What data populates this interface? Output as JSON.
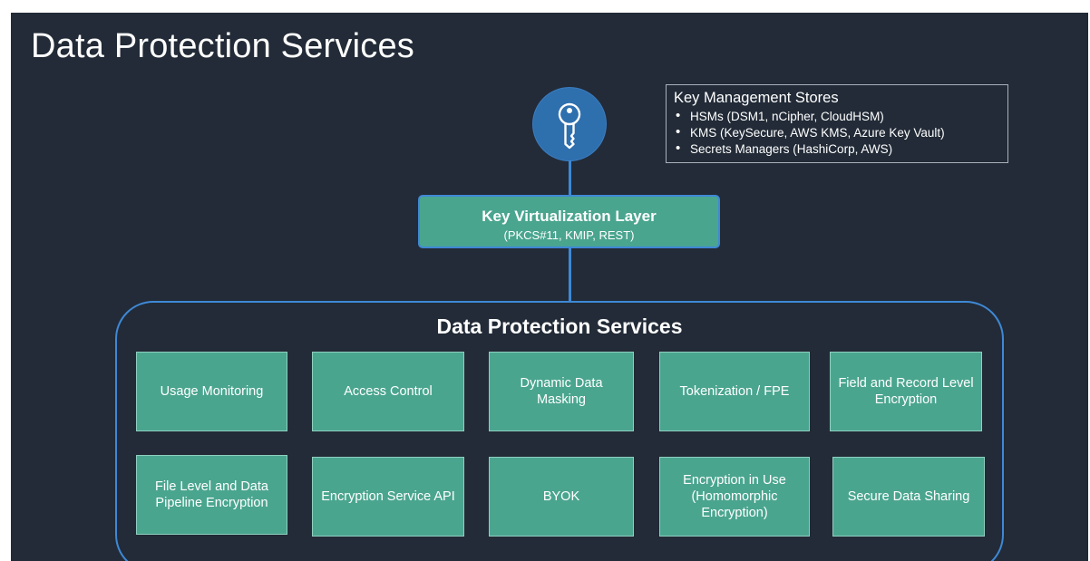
{
  "slide_title": "Data Protection Services",
  "key_icon": "key-icon",
  "key_virtualization": {
    "title": "Key Virtualization Layer",
    "subtitle": "(PKCS#11, KMIP, REST)"
  },
  "key_management": {
    "title": "Key Management Stores",
    "items": [
      "HSMs (DSM1, nCipher, CloudHSM)",
      "KMS (KeySecure, AWS KMS, Azure Key Vault)",
      "Secrets Managers (HashiCorp, AWS)"
    ]
  },
  "dps": {
    "title": "Data Protection Services",
    "services": [
      "Usage Monitoring",
      "Access Control",
      "Dynamic Data Masking",
      "Tokenization / FPE",
      "Field and Record Level Encryption",
      "File Level and Data Pipeline Encryption",
      "Encryption Service API",
      "BYOK",
      "Encryption in Use (Homomorphic Encryption)",
      "Secure Data Sharing"
    ]
  },
  "colors": {
    "background": "#222b37",
    "teal": "#4aa58f",
    "blue": "#3f88d6",
    "key_circle": "#2e6fae"
  }
}
